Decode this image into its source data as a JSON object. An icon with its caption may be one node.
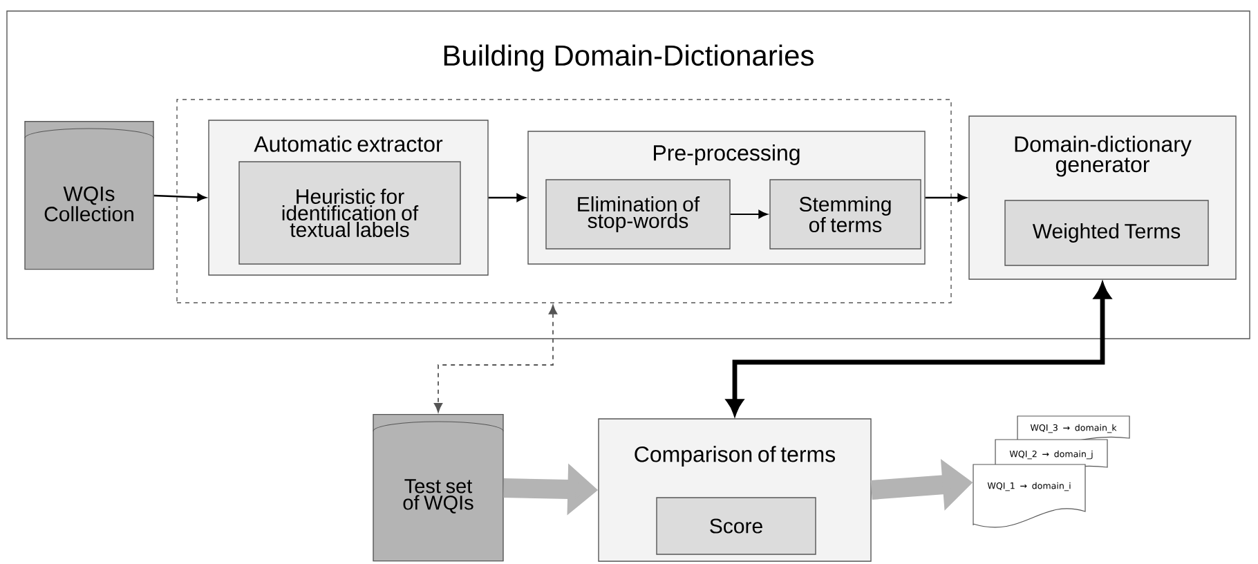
{
  "diagram": {
    "nodes": [
      {
        "text": [
          "Building Domain-Dictionaries"
        ]
      },
      {
        "text": [],
        "shape": "box",
        "in": 0
      },
      {
        "text": [
          "WQIs Collection"
        ],
        "in": 0
      },
      {
        "text": [
          "Automatic extractor"
        ],
        "in": 1
      },
      {
        "text": [
          "Heuristic for identification of textual labels"
        ],
        "in": 3
      },
      {
        "text": [
          "Pre-processing"
        ],
        "in": 1
      },
      {
        "text": [
          "Elimination of stop-words"
        ],
        "in": 5
      },
      {
        "text": [
          "Stemming of terms"
        ],
        "in": 5
      },
      {
        "text": [
          "Domain-dictionary generator"
        ],
        "in": 0
      },
      {
        "text": [
          "Weighted Terms"
        ],
        "in": 8
      },
      {
        "text": [
          "Test set of WQIs"
        ]
      },
      {
        "text": [
          "Comparison of terms"
        ]
      },
      {
        "text": [
          "Score"
        ],
        "in": 11
      },
      {
        "text": [
          "WQI_1 → domain_i"
        ]
      },
      {
        "text": [
          "WQI_2 → domain_j"
        ]
      },
      {
        "text": [
          "WQI_3 → domain_k"
        ]
      }
    ],
    "edges": [
      {
        "from": 2,
        "to": 3,
        "arrow": "to"
      },
      {
        "from": 3,
        "to": 5,
        "arrow": "to"
      },
      {
        "from": 6,
        "to": 7,
        "arrow": "to"
      },
      {
        "from": 5,
        "to": 8,
        "arrow": "to"
      },
      {
        "from": 1,
        "to": 10,
        "arrow": "both",
        "style": "dashed",
        "color": "#555555"
      },
      {
        "from": 8,
        "to": 11,
        "arrow": "both",
        "style": "thick"
      },
      {
        "from": 10,
        "to": 11,
        "arrow": "to",
        "style": "thick",
        "color": "#b4b4b4"
      },
      {
        "from": 11,
        "to": 13,
        "arrow": "to",
        "style": "thick",
        "color": "#b4b4b4"
      }
    ]
  }
}
